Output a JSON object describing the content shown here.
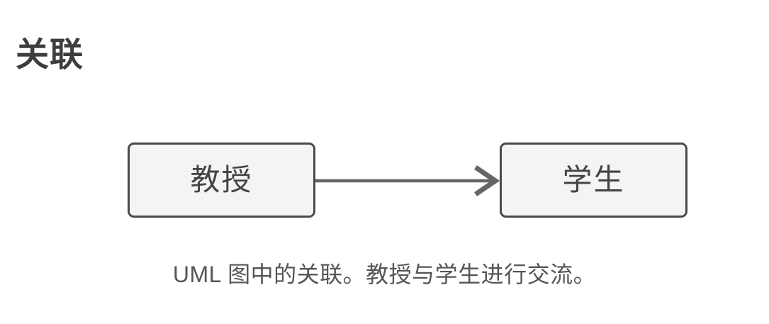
{
  "page": {
    "title": "关联",
    "background_color": "#ffffff"
  },
  "diagram": {
    "type": "uml-association",
    "nodes": [
      {
        "id": "professor",
        "label": "教授",
        "fill_color": "#f4f4f4",
        "border_color": "#4a4a4a"
      },
      {
        "id": "student",
        "label": "学生",
        "fill_color": "#f4f4f4",
        "border_color": "#4a4a4a"
      }
    ],
    "edge": {
      "from": "professor",
      "to": "student",
      "label": "",
      "style": "solid",
      "arrow_head": "open",
      "color": "#666666"
    }
  },
  "caption": {
    "text": "UML 图中的关联。教授与学生进行交流。",
    "color": "#555555"
  }
}
